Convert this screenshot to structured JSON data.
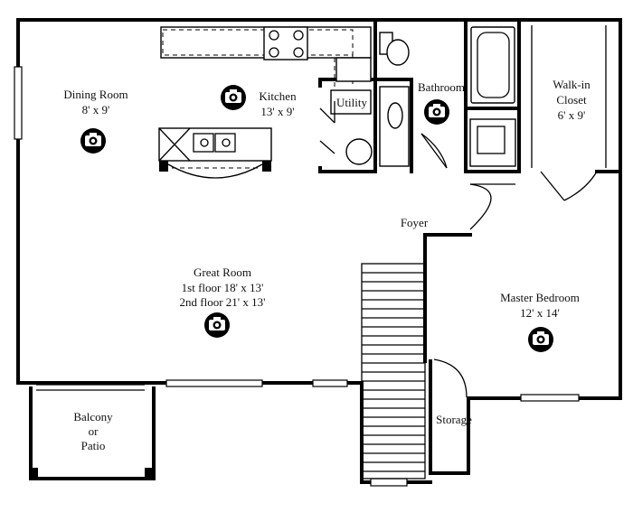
{
  "rooms": {
    "dining": {
      "name": "Dining Room",
      "size": "8' x 9'"
    },
    "kitchen": {
      "name": "Kitchen",
      "size": "13' x 9'"
    },
    "utility": {
      "name": "Utility"
    },
    "bathroom": {
      "name": "Bathroom"
    },
    "walkin": {
      "name_line1": "Walk-in",
      "name_line2": "Closet",
      "size": "6' x 9'"
    },
    "foyer": {
      "name": "Foyer"
    },
    "great": {
      "name": "Great Room",
      "size_line1": "1st floor 18' x 13'",
      "size_line2": "2nd floor 21' x 13'"
    },
    "master": {
      "name": "Master Bedroom",
      "size": "12' x 14'"
    },
    "balcony": {
      "line1": "Balcony",
      "line2": "or",
      "line3": "Patio"
    },
    "storage": {
      "name": "Storage"
    }
  },
  "icons": {
    "camera": "camera-icon"
  }
}
